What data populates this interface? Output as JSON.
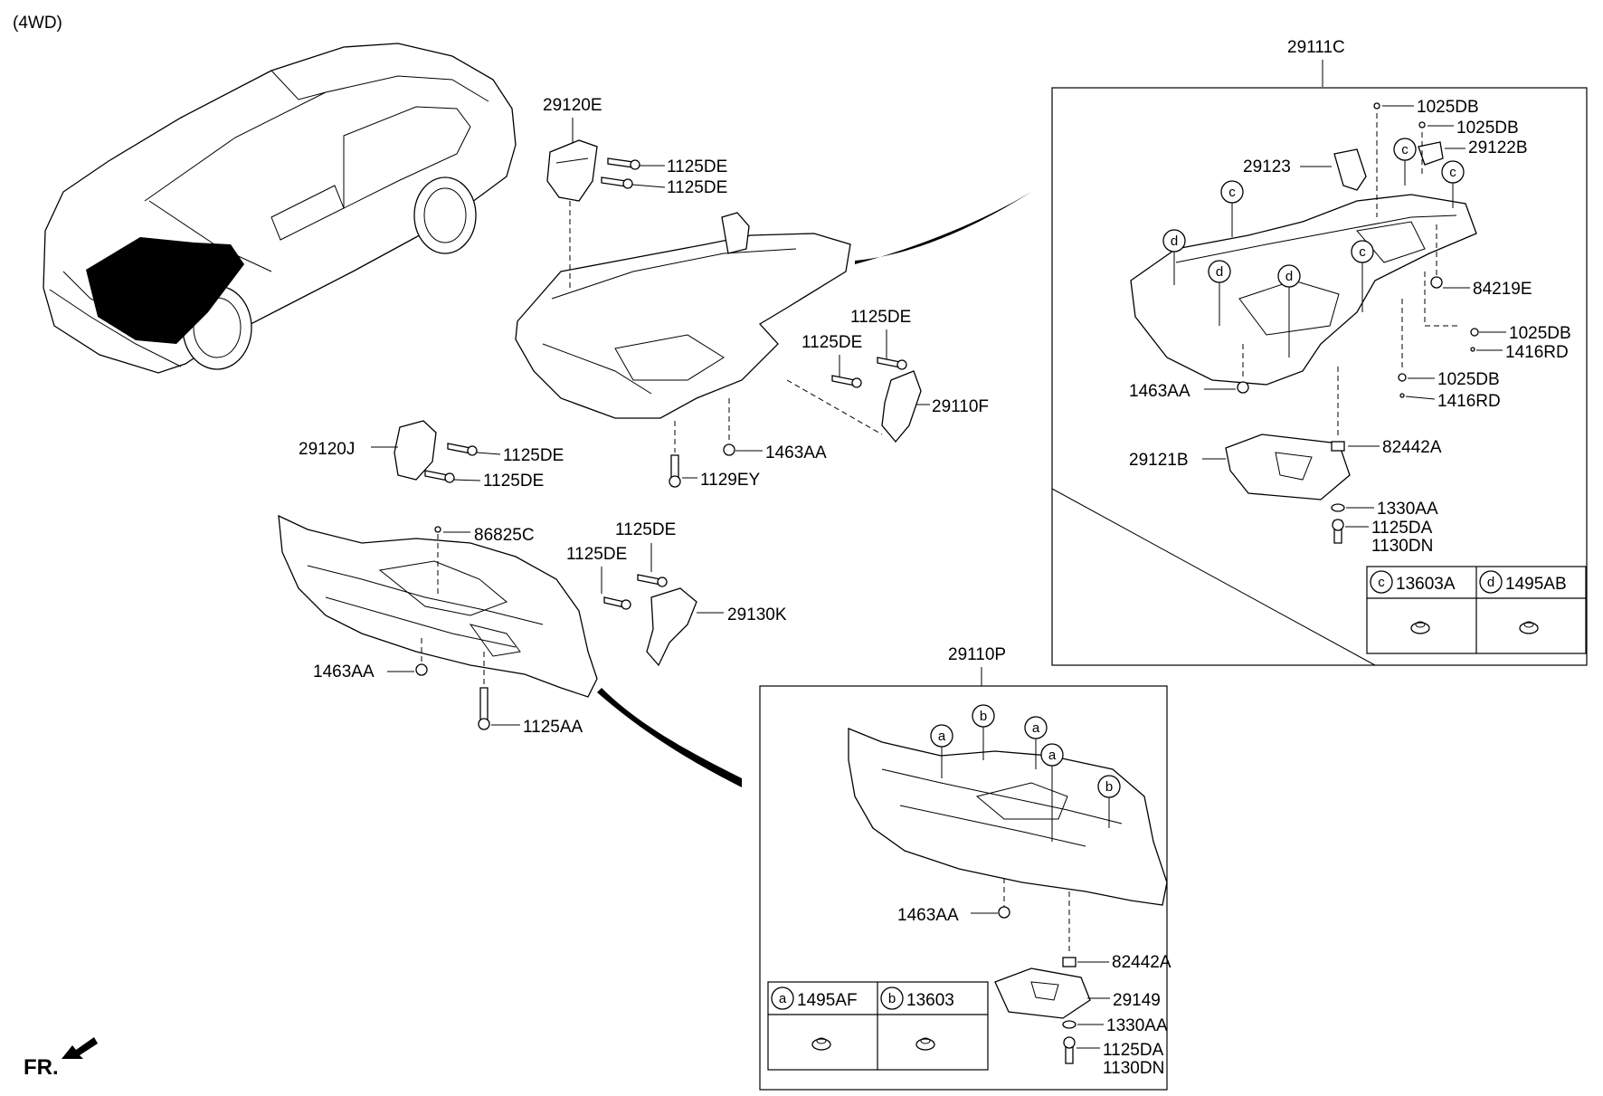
{
  "header": {
    "variant": "(4WD)"
  },
  "front_indicator": {
    "label": "FR."
  },
  "callouts": {
    "c29120E": "29120E",
    "c1125DE_a": "1125DE",
    "c1125DE_b": "1125DE",
    "c1125DE_c": "1125DE",
    "c1125DE_d": "1125DE",
    "c29110F": "29110F",
    "c1463AA_a": "1463AA",
    "c1129EY": "1129EY",
    "c29120J": "29120J",
    "c1125DE_e": "1125DE",
    "c1125DE_f": "1125DE",
    "c86825C": "86825C",
    "c1125DE_g": "1125DE",
    "c1125DE_h": "1125DE",
    "c29130K": "29130K",
    "c1463AA_b": "1463AA",
    "c1125AA": "1125AA",
    "c29111C": "29111C",
    "c1025DB_a": "1025DB",
    "c1025DB_b": "1025DB",
    "c29122B": "29122B",
    "c29123": "29123",
    "c84219E": "84219E",
    "c1025DB_c": "1025DB",
    "c1416RD_a": "1416RD",
    "c1463AA_c": "1463AA",
    "c1025DB_d": "1025DB",
    "c1416RD_b": "1416RD",
    "c29121B": "29121B",
    "c82442A_a": "82442A",
    "c1330AA_a": "1330AA",
    "c1125DA_a": "1125DA",
    "c1130DN_a": "1130DN",
    "c29110P": "29110P",
    "c1463AA_d": "1463AA",
    "c82442A_b": "82442A",
    "c29149": "29149",
    "c1330AA_b": "1330AA",
    "c1125DA_b": "1125DA",
    "c1130DN_b": "1130DN"
  },
  "circle_markers": {
    "a": "a",
    "b": "b",
    "c": "c",
    "d": "d"
  },
  "legend_cd": {
    "c_part": "13603A",
    "d_part": "1495AB"
  },
  "legend_ab": {
    "a_part": "1495AF",
    "b_part": "13603"
  }
}
